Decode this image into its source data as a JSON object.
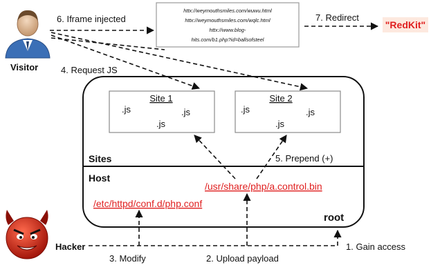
{
  "visitor": {
    "label": "Visitor"
  },
  "hacker": {
    "label": "Hacker"
  },
  "steps": {
    "gain_access": "1. Gain access",
    "upload_payload": "2. Upload payload",
    "modify": "3. Modify",
    "request_js": "4. Request JS",
    "prepend": "5. Prepend (+)",
    "iframe_injected": "6. Iframe injected",
    "redirect": "7. Redirect"
  },
  "injected_urls": [
    "httx://weymouthsmiles.com/wuwu.html",
    "httx://weymouthsmiles.com/wqlc.html",
    "httx://www.blog-",
    "hits.com/b1.php?id=ballsofsteel"
  ],
  "redkit": {
    "label": "\"RedKit\""
  },
  "server": {
    "sites_label": "Sites",
    "host_label": "Host",
    "root_label": "root",
    "site1": {
      "title": "Site 1",
      "files": [
        ".js",
        ".js",
        ".js"
      ]
    },
    "site2": {
      "title": "Site 2",
      "files": [
        ".js",
        ".js",
        ".js"
      ]
    },
    "control_bin_path": "/usr/share/php/a.control.bin",
    "php_conf_path": "/etc/httpd/conf.d/php.conf"
  },
  "colors": {
    "path_red": "#e02020",
    "redkit_bg": "#fde9df",
    "visitor_blue": "#3b6fb6",
    "hacker_red": "#cc2b1d"
  }
}
